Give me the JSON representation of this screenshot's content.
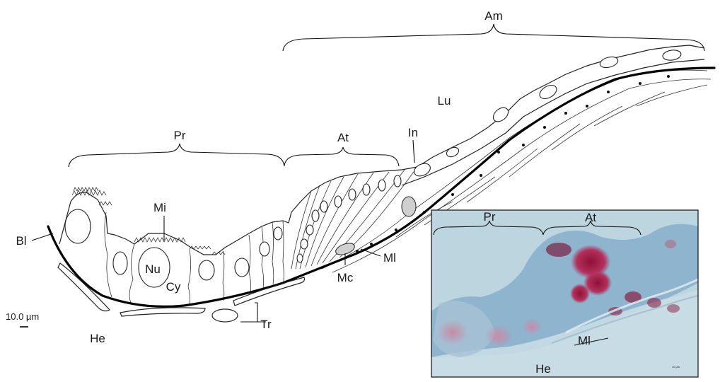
{
  "labels": {
    "am": "Am",
    "lu": "Lu",
    "in": "In",
    "pr": "Pr",
    "at": "At",
    "mi": "Mi",
    "bl": "Bl",
    "nu": "Nu",
    "cy": "Cy",
    "mc": "Mc",
    "ml": "Ml",
    "tr": "Tr",
    "he": "He"
  },
  "scale_bar": "10.0 µm",
  "inset": {
    "pr": "Pr",
    "at": "At",
    "ml": "Ml",
    "he": "He",
    "scale_text": "10 µm"
  },
  "colors": {
    "inset_background": "#b9d3dd",
    "inset_tissue": "#7ea9c4",
    "inset_stain": "#a8204a",
    "line": "#111111"
  }
}
